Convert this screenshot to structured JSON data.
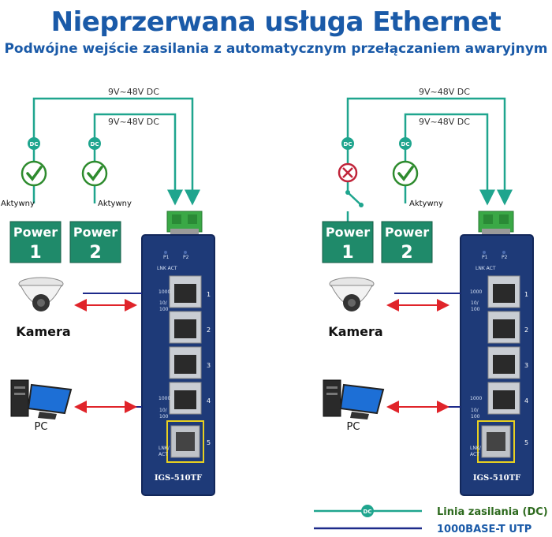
{
  "header": {
    "title": "Nieprzerwana usługa Ethernet",
    "subtitle": "Podwójne wejście zasilania z automatycznym przełączaniem awaryjnym"
  },
  "colors": {
    "title": "#1a5aa8",
    "power_line": "#1fa58e",
    "utp_line": "#1d2a8a",
    "power_box": "#1f8a6a",
    "switch_body": "#1e3a78",
    "active_check": "#2e8b2e",
    "failed_x": "#c0243a",
    "arrow": "#e0242a"
  },
  "voltage_label": "9V~48V DC",
  "dc_tag": "DC",
  "status_active": "Aktywny",
  "power": {
    "word": "Power",
    "num1": "1",
    "num2": "2"
  },
  "devices": {
    "camera": "Kamera",
    "pc": "PC"
  },
  "switch": {
    "name": "IGS-510TF",
    "p1": "P1",
    "p2": "P2",
    "lnk_act": "LNK ACT",
    "speed_1000": "1000",
    "speed_10": "10/",
    "speed_100": "100",
    "sfp_lnk": "LNK/",
    "sfp_act": "ACT",
    "ports": [
      "1",
      "2",
      "3",
      "4",
      "5"
    ]
  },
  "scenarios": [
    {
      "power1_state": "active",
      "power2_state": "active"
    },
    {
      "power1_state": "failed",
      "power2_state": "active"
    }
  ],
  "legend": {
    "power_line": "Linia zasilania (DC)",
    "utp": "1000BASE-T UTP"
  }
}
